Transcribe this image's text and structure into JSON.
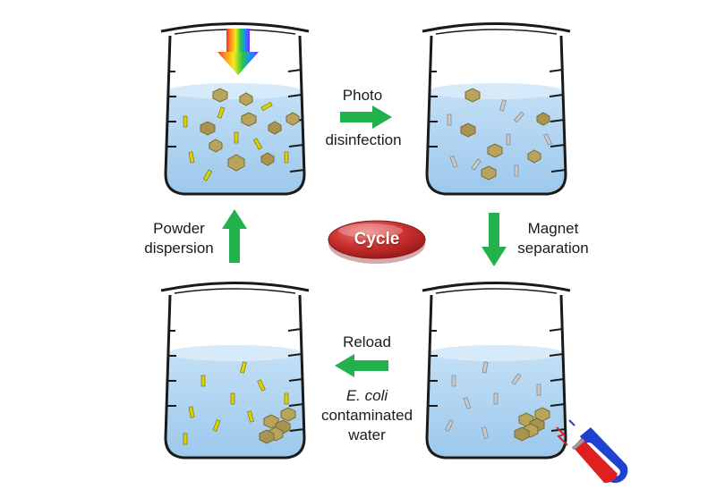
{
  "labels": {
    "photo_line1": "Photo",
    "photo_line2": "disinfection",
    "magnet_line1": "Magnet",
    "magnet_line2": "separation",
    "powder_line1": "Powder",
    "powder_line2": "dispersion",
    "reload_line1": "Reload",
    "reload_line2": "E. coli",
    "reload_line3": "contaminated",
    "reload_line4": "water",
    "cycle": "Cycle"
  },
  "colors": {
    "arrow": "#22b14c",
    "water": "#a9d2f0",
    "water_top": "#cfe6f8",
    "glass_outline": "#1a1a1a",
    "hexagon": "#b8a45c",
    "rod": "#e0d000",
    "cycle_button": "#d23b3b",
    "magnet_red": "#e02020",
    "magnet_blue": "#2040d0"
  },
  "icons": {
    "light": "rainbow-light-arrow-icon",
    "magnet": "horseshoe-magnet-icon"
  }
}
